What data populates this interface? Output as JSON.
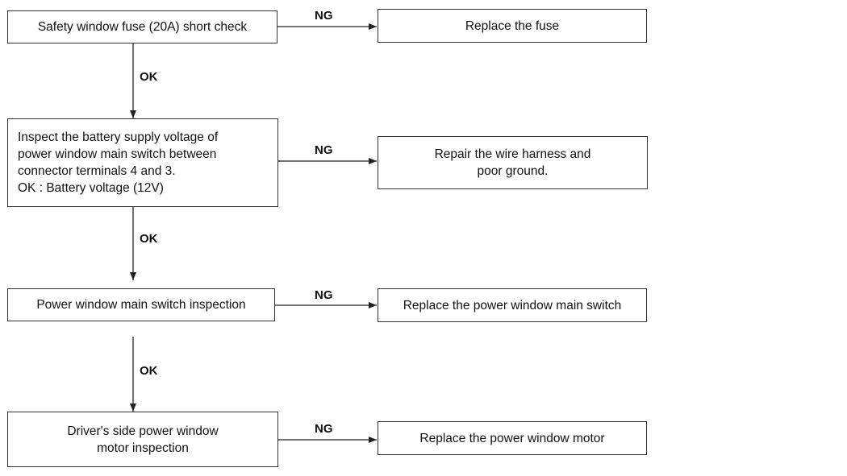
{
  "steps": [
    {
      "check": "Safety window fuse (20A) short check",
      "ng_label": "NG",
      "remedy": "Replace the fuse",
      "ok_label": "OK"
    },
    {
      "check": "Inspect the battery supply voltage of\npower window main switch between\nconnector terminals 4 and 3.\nOK : Battery voltage (12V)",
      "ng_label": "NG",
      "remedy": "Repair the wire harness and\npoor ground.",
      "ok_label": "OK"
    },
    {
      "check": "Power window main switch inspection",
      "ng_label": "NG",
      "remedy": "Replace the power window main switch",
      "ok_label": "OK"
    },
    {
      "check": "Driver's side power window\nmotor  inspection",
      "ng_label": "NG",
      "remedy": "Replace the power window motor"
    }
  ]
}
